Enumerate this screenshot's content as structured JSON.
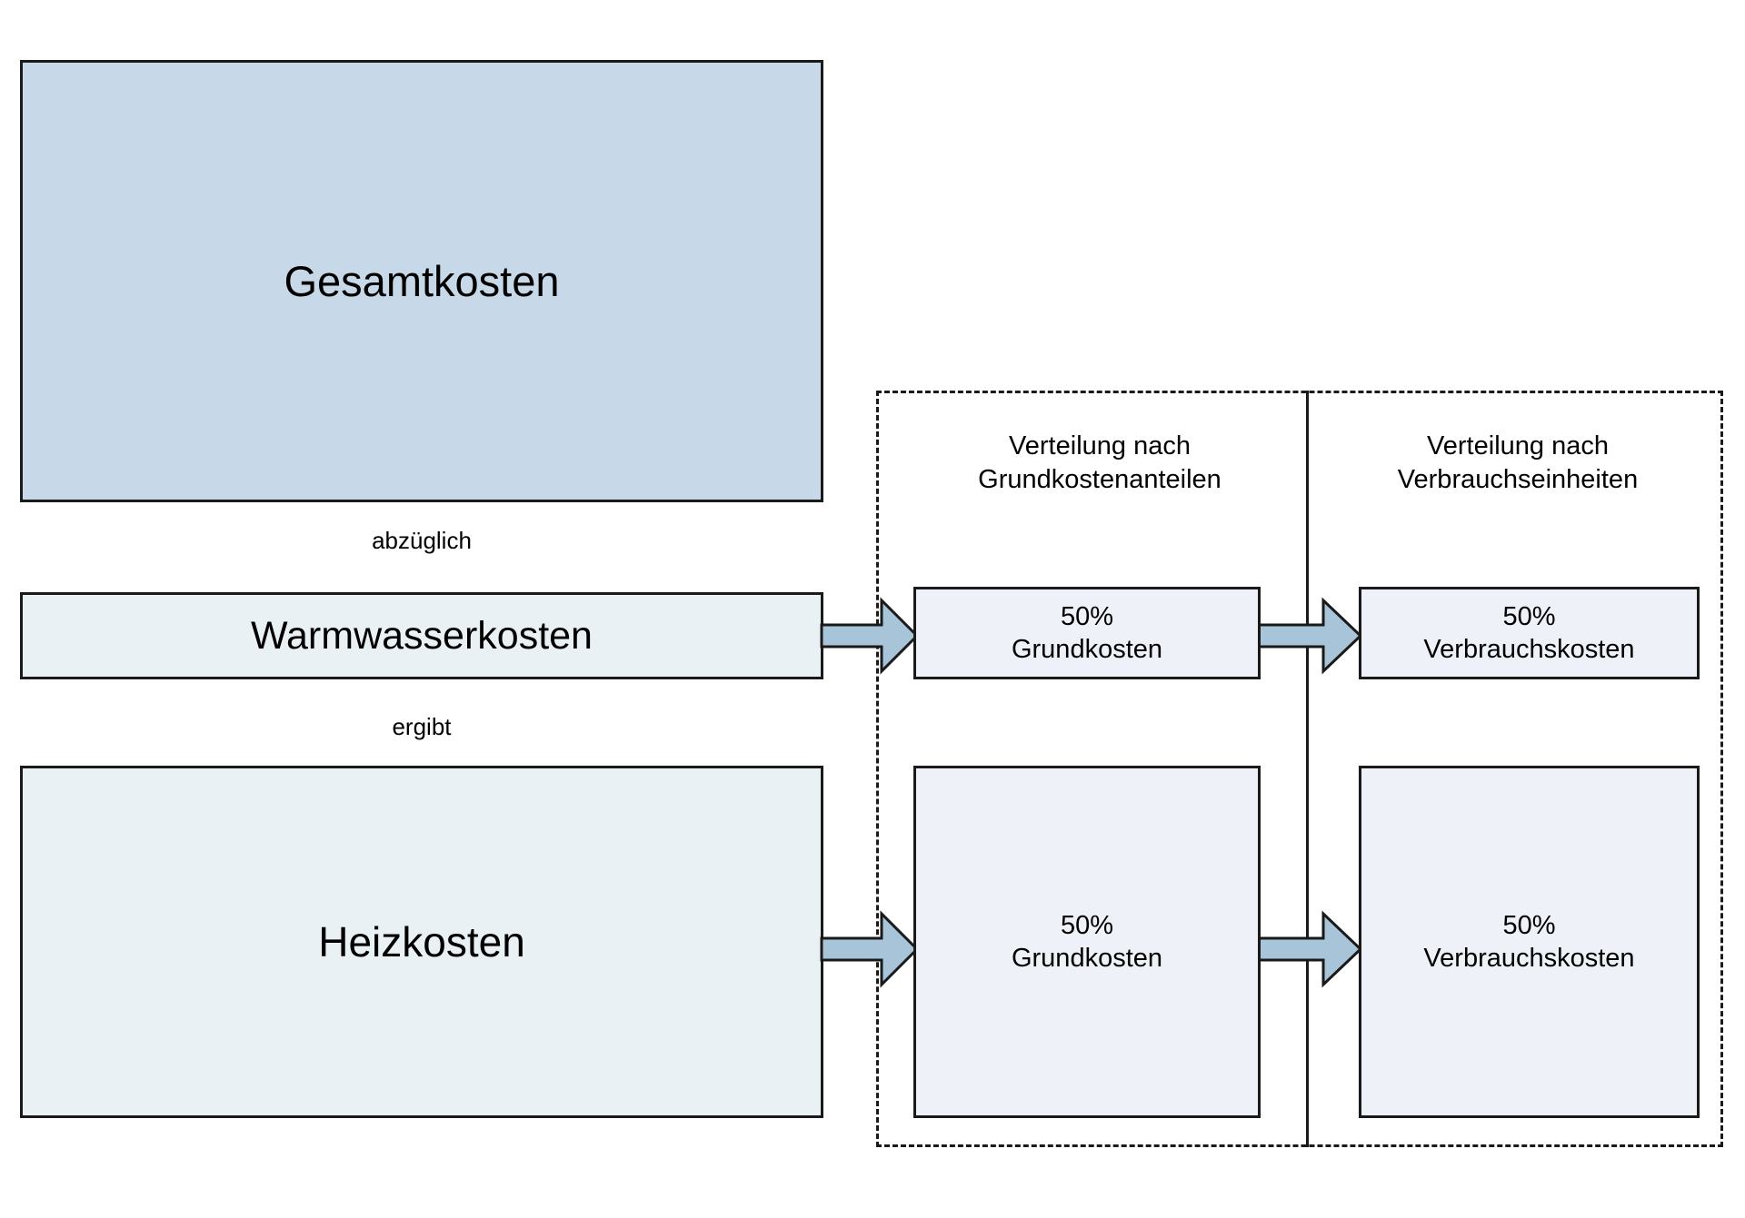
{
  "diagram": {
    "left_column": {
      "total_costs": {
        "label": "Gesamtkosten"
      },
      "hot_water_costs": {
        "label": "Warmwasserkosten"
      },
      "heating_costs": {
        "label": "Heizkosten"
      },
      "connector_minus": "abzüglich",
      "connector_result": "ergibt"
    },
    "distribution": {
      "headings": [
        {
          "id": "basic-cost-shares",
          "label": "Verteilung nach\nGrundkostenanteilen"
        },
        {
          "id": "consumption-units",
          "label": "Verteilung nach\nVerbrauchseinheiten"
        }
      ],
      "rows": [
        {
          "source": "Warmwasserkosten",
          "cells": [
            {
              "percent": "50%",
              "kind": "Grundkosten",
              "label": "50%\nGrundkosten"
            },
            {
              "percent": "50%",
              "kind": "Verbrauchskosten",
              "label": "50%\nVerbrauchskosten"
            }
          ]
        },
        {
          "source": "Heizkosten",
          "cells": [
            {
              "percent": "50%",
              "kind": "Grundkosten",
              "label": "50%\nGrundkosten"
            },
            {
              "percent": "50%",
              "kind": "Verbrauchskosten",
              "label": "50%\nVerbrauchskosten"
            }
          ]
        }
      ]
    },
    "colors": {
      "total_costs_fill": "#c7d9e8",
      "cost_block_fill": "#eaf1f5",
      "split_box_fill": "#eef1f7",
      "arrow_fill": "#a8c4d9",
      "stroke": "#1a1a1a",
      "background": "#ffffff"
    }
  }
}
